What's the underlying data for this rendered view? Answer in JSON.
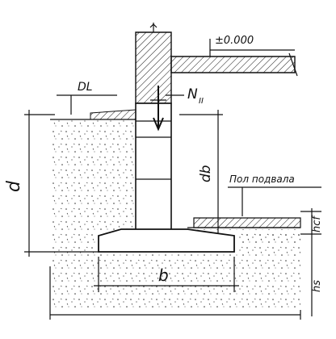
{
  "labels": {
    "zero_level": "±0.000",
    "dl": "DL",
    "load": "N",
    "load_sub": "II",
    "depth_d": "d",
    "basement_depth": "db",
    "basement_floor": "Пол подвала",
    "floor_thickness": "hcf",
    "under_footing": "hs",
    "footing_width": "b"
  },
  "colors": {
    "ink": "#111111",
    "paper": "#ffffff"
  }
}
